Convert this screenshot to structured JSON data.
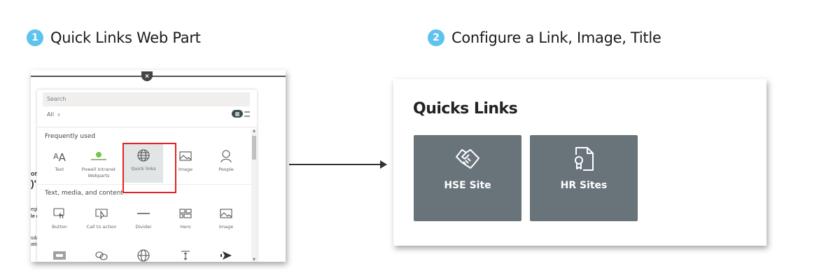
{
  "steps": [
    {
      "number": "1",
      "title": "Quick Links Web Part"
    },
    {
      "number": "2",
      "title": "Configure a Link, Image, Title"
    }
  ],
  "colors": {
    "badge": "#5ec3ee",
    "tile": "#68737a",
    "highlight_box": "#e52020"
  },
  "toolbox": {
    "close_icon": "×",
    "search_placeholder": "Search",
    "filter_label": "All",
    "filter_chevron": "∨",
    "sections": [
      {
        "label": "Frequently used",
        "items": [
          {
            "label": "Text",
            "icon": "text-icon"
          },
          {
            "label": "Powell Intranet Webparts",
            "icon": "powell-logo-icon"
          },
          {
            "label": "Quick links",
            "icon": "globe-icon",
            "selected": true
          },
          {
            "label": "Image",
            "icon": "image-icon"
          },
          {
            "label": "People",
            "icon": "person-icon"
          }
        ]
      },
      {
        "label": "Text, media, and content",
        "items": [
          {
            "label": "Button",
            "icon": "button-icon"
          },
          {
            "label": "Call to action",
            "icon": "call-to-action-icon"
          },
          {
            "label": "Divider",
            "icon": "divider-icon"
          },
          {
            "label": "Hero",
            "icon": "hero-icon"
          },
          {
            "label": "Image",
            "icon": "image-icon"
          }
        ]
      }
    ],
    "partial_row_icons": [
      "embed-icon",
      "link-icon",
      "globe-icon",
      "spacer-icon",
      "stream-icon"
    ]
  },
  "background_fragments": [
    "or",
    ")'",
    "egi",
    "le c",
    "sda",
    "atic"
  ],
  "quick_links": {
    "title": "Quicks Links",
    "tiles": [
      {
        "label": "HSE Site",
        "icon": "handshake-icon"
      },
      {
        "label": "HR Sites",
        "icon": "certificate-document-icon"
      }
    ]
  }
}
